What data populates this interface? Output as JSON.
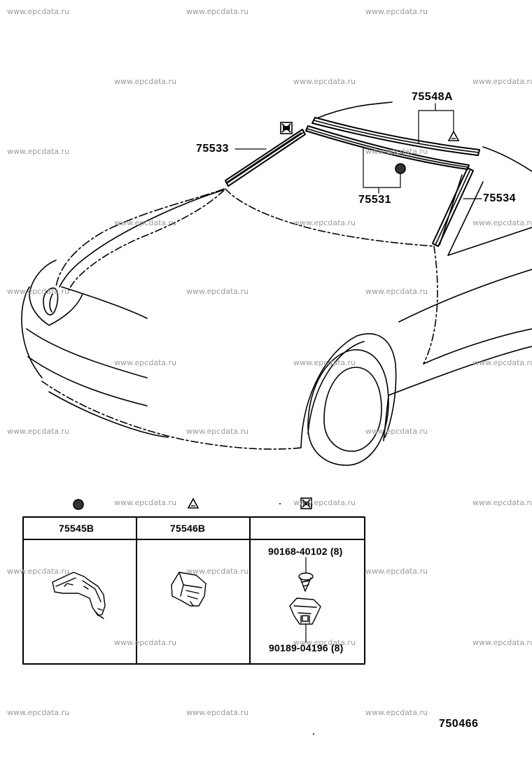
{
  "watermark": "www.epcdata.ru",
  "callouts": {
    "p75548A": "75548A",
    "p75533": "75533",
    "p75531": "75531",
    "p75534": "75534"
  },
  "table": {
    "headers": [
      "75545B",
      "75546B",
      ""
    ],
    "fasteners": {
      "top": "90168-40102 (8)",
      "bottom": "90189-04196 (8)"
    }
  },
  "diagram_number": "750466",
  "symbols": {
    "circle": "filled-circle-icon",
    "triangle": "triangle-icon",
    "square": "boxed-x-icon"
  }
}
